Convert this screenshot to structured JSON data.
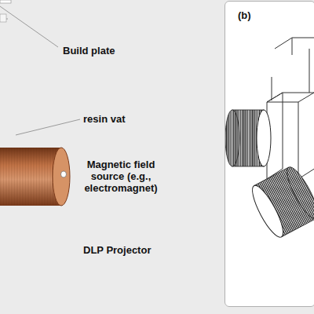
{
  "diagram": {
    "nodes": [
      {
        "text": [
          "(b)"
        ]
      }
    ],
    "labels": [
      "Build plate",
      "resin vat",
      "Magnetic field source (e.g., electromagnet)",
      "DLP Projector"
    ]
  }
}
